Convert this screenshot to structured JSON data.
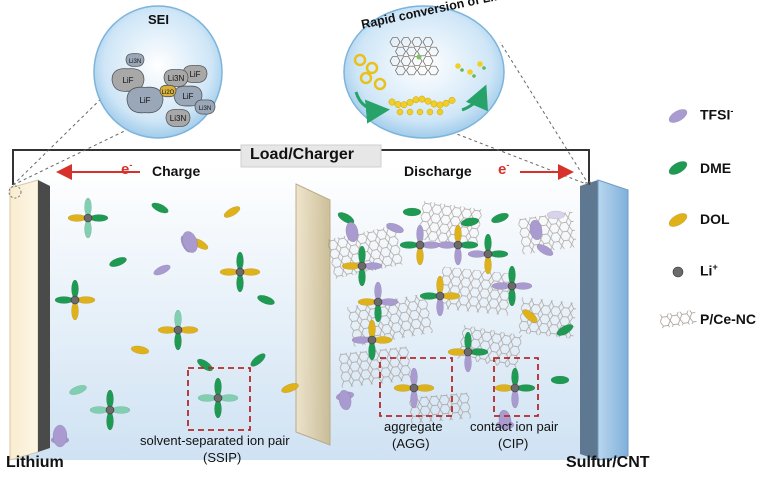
{
  "sei": {
    "title": "SEI",
    "chunks": [
      "LiF",
      "LiF",
      "LiF",
      "LiF",
      "Li3N",
      "Li3N",
      "Li3N",
      "Li3N",
      "Li2O"
    ]
  },
  "lips": {
    "title": "Rapid conversion of LiPSs"
  },
  "circuit": {
    "label": "Load/Charger",
    "charge": "Charge",
    "discharge": "Discharge",
    "electron": "e"
  },
  "electrodes": {
    "left": "Lithium",
    "right": "Sulfur/CNT"
  },
  "legend": {
    "tfsi": "TFSI",
    "dme": "DME",
    "dol": "DOL",
    "li": "Li",
    "pce": "P/Ce-NC"
  },
  "captions": {
    "ssip_1": "solvent-separated ion pair",
    "ssip_2": "(SSIP)",
    "agg_1": "aggregate",
    "agg_2": "(AGG)",
    "cip_1": "contact ion pair",
    "cip_2": "(CIP)"
  },
  "colors": {
    "tfsi": "#a99ad0",
    "dme": "#1f9a52",
    "dol": "#e0b21a",
    "li": "#6b6b6b",
    "arrow": "#d6322b",
    "box": "#b52a2a"
  }
}
